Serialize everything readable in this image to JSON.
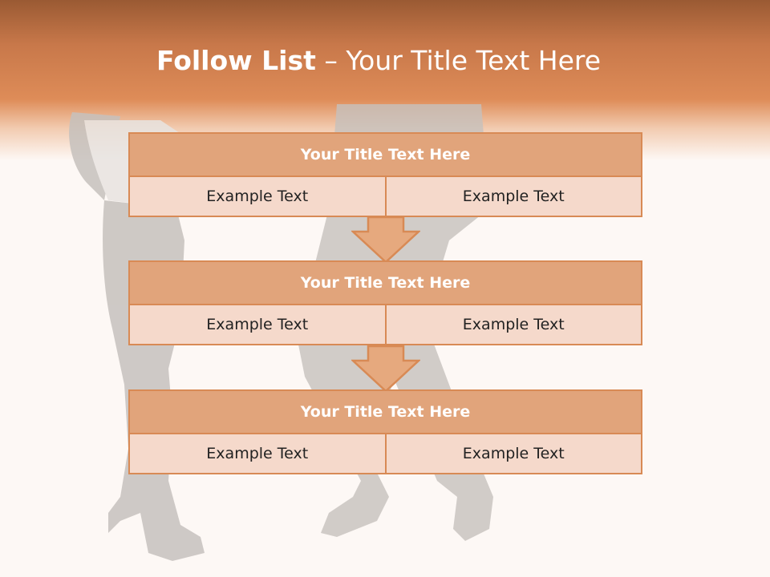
{
  "slide": {
    "title_bold": "Follow List",
    "title_rest": "  – Your Title Text Here"
  },
  "blocks": [
    {
      "title": "Your Title Text Here",
      "cells": [
        "Example Text",
        "Example Text"
      ]
    },
    {
      "title": "Your Title Text Here",
      "cells": [
        "Example Text",
        "Example Text"
      ]
    },
    {
      "title": "Your Title Text Here",
      "cells": [
        "Example Text",
        "Example Text"
      ]
    }
  ],
  "colors": {
    "accent": "#d88a55",
    "title_fill": "#e1a47b",
    "cell_fill": "#f5d9cb"
  }
}
